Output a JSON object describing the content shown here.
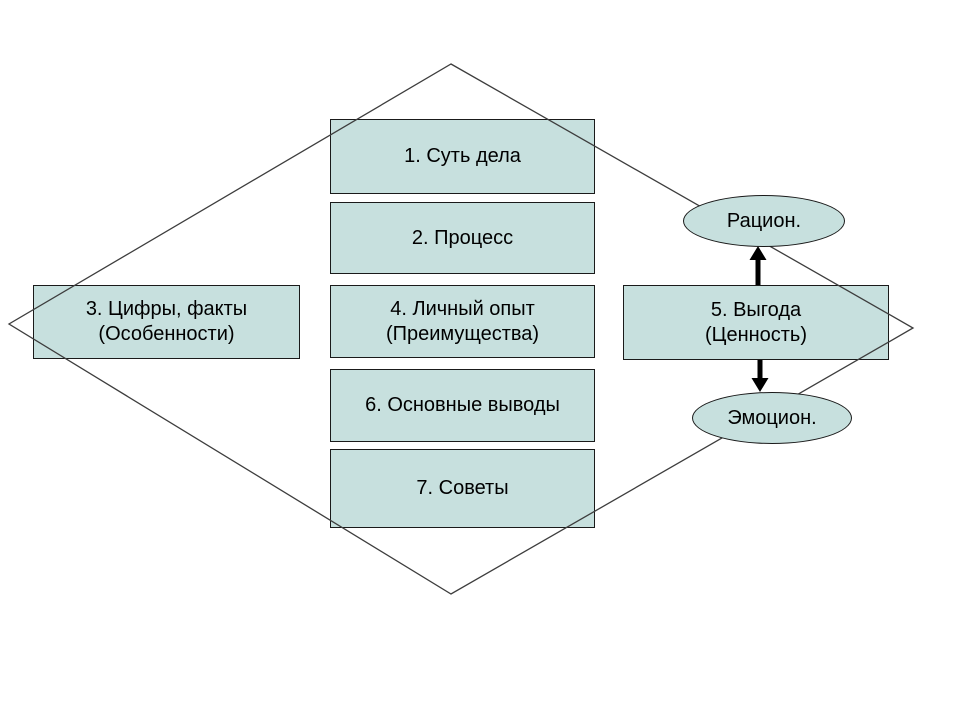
{
  "diagram": {
    "boxes": [
      {
        "label": "1. Суть дела"
      },
      {
        "label": "2. Процесс"
      },
      {
        "label": "3. Цифры, факты\n(Особенности)"
      },
      {
        "label": "4. Личный опыт\n(Преимущества)"
      },
      {
        "label": "5. Выгода\n(Ценность)"
      },
      {
        "label": "6. Основные выводы"
      },
      {
        "label": "7. Советы"
      }
    ],
    "ellipses": [
      {
        "label": "Рацион."
      },
      {
        "label": "Эмоцион."
      }
    ],
    "colors": {
      "shape_fill": "#C7E0DE",
      "shape_border": "#1A1A1A",
      "diamond_stroke": "#3D3D3D",
      "arrow": "#000000",
      "background": "#FFFFFF",
      "text": "#000000"
    }
  }
}
